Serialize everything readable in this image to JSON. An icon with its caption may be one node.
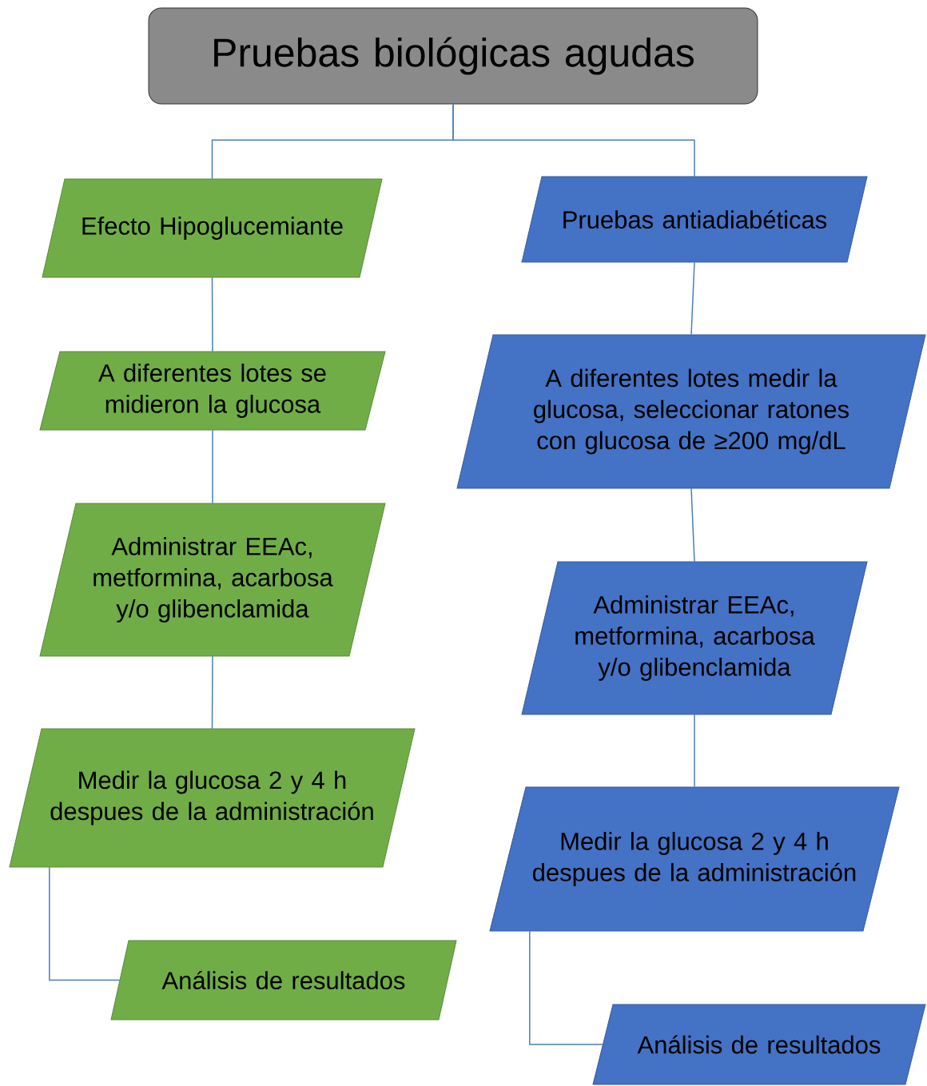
{
  "diagram": {
    "nodes": [
      {
        "text": [
          "Pruebas biológicas agudas"
        ]
      },
      {
        "text": [
          "Efecto Hipoglucemiante"
        ]
      },
      {
        "text": [
          "A diferentes lotes se midieron la glucosa"
        ]
      },
      {
        "text": [
          "Administrar EEAc, metformina, acarbosa y/o glibenclamida"
        ]
      },
      {
        "text": [
          "Medir la glucosa 2 y 4 h despues de la administración"
        ]
      },
      {
        "text": [
          "Análisis de resultados"
        ]
      },
      {
        "text": [
          "Pruebas antiadiabéticas"
        ]
      },
      {
        "text": [
          "A diferentes lotes medir la glucosa, seleccionar ratones con glucosa de ≥200 mg/dL"
        ]
      },
      {
        "text": [
          "Administrar EEAc, metformina, acarbosa y/o glibenclamida"
        ]
      },
      {
        "text": [
          "Medir la glucosa 2 y 4 h despues de la administración"
        ]
      },
      {
        "text": [
          "Análisis de resultados"
        ]
      }
    ],
    "edges": [
      {
        "from": 0,
        "to": 1,
        "arrow": "none"
      },
      {
        "from": 0,
        "to": 6,
        "arrow": "none"
      },
      {
        "from": 1,
        "to": 2,
        "arrow": "none"
      },
      {
        "from": 2,
        "to": 3,
        "arrow": "none"
      },
      {
        "from": 3,
        "to": 4,
        "arrow": "none"
      },
      {
        "from": 4,
        "to": 5,
        "arrow": "none"
      },
      {
        "from": 6,
        "to": 7,
        "arrow": "none"
      },
      {
        "from": 7,
        "to": 8,
        "arrow": "none"
      },
      {
        "from": 8,
        "to": 9,
        "arrow": "none"
      },
      {
        "from": 9,
        "to": 10,
        "arrow": "none"
      }
    ]
  }
}
